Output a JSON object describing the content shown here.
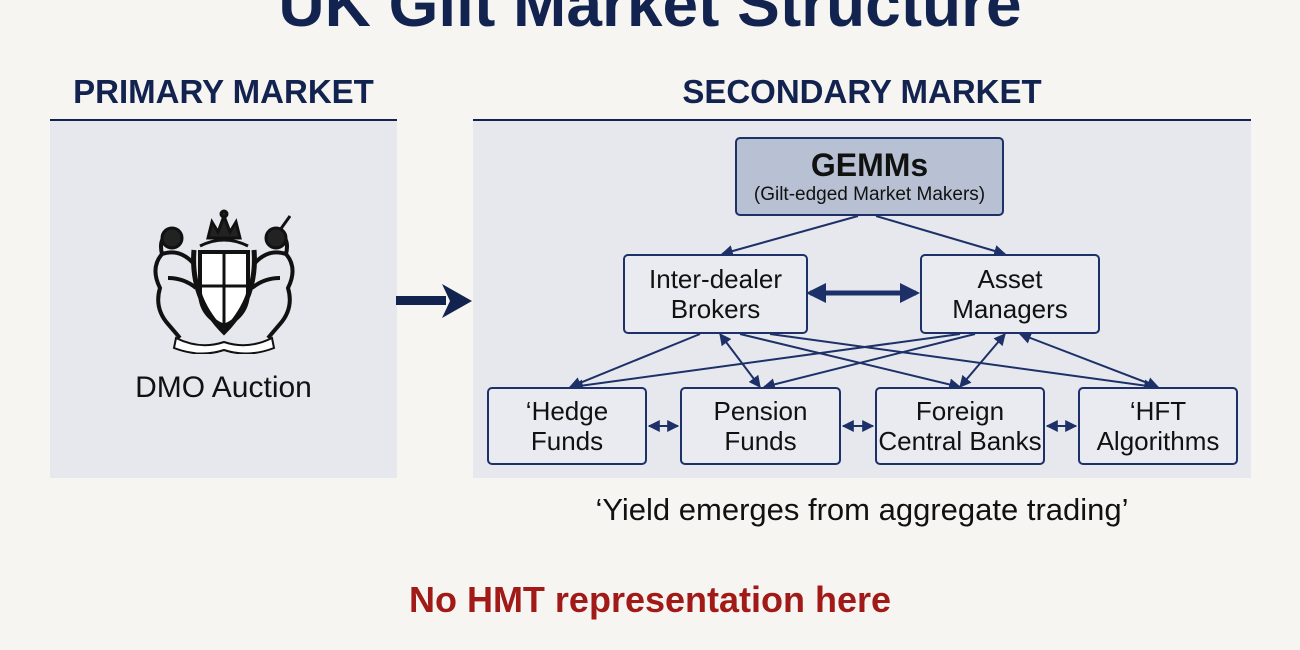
{
  "title": "UK Gilt Market Structure",
  "primary": {
    "header": "PRIMARY MARKET",
    "auction_label": "DMO Auction",
    "crest_icon": "royal-coat-of-arms"
  },
  "secondary": {
    "header": "SECONDARY MARKET",
    "nodes": {
      "gemms": {
        "title": "GEMMs",
        "subtitle": "(Gilt-edged Market Makers)"
      },
      "inter_dealer": {
        "label": "Inter-dealer\nBrokers"
      },
      "asset_managers": {
        "label": "Asset\nManagers"
      },
      "hedge_funds": {
        "label": "‘Hedge\nFunds"
      },
      "pension_funds": {
        "label": "Pension\nFunds"
      },
      "foreign_banks": {
        "label": "Foreign\nCentral Banks"
      },
      "hft": {
        "label": "‘HFT\nAlgorithms"
      }
    },
    "caption": "‘Yield emerges from aggregate trading’"
  },
  "footnote": "No HMT representation here",
  "colors": {
    "navy": "#13234f",
    "panel": "#e6e8ee",
    "gemms_fill": "#b8c1d3",
    "alert_red": "#a11a17"
  }
}
